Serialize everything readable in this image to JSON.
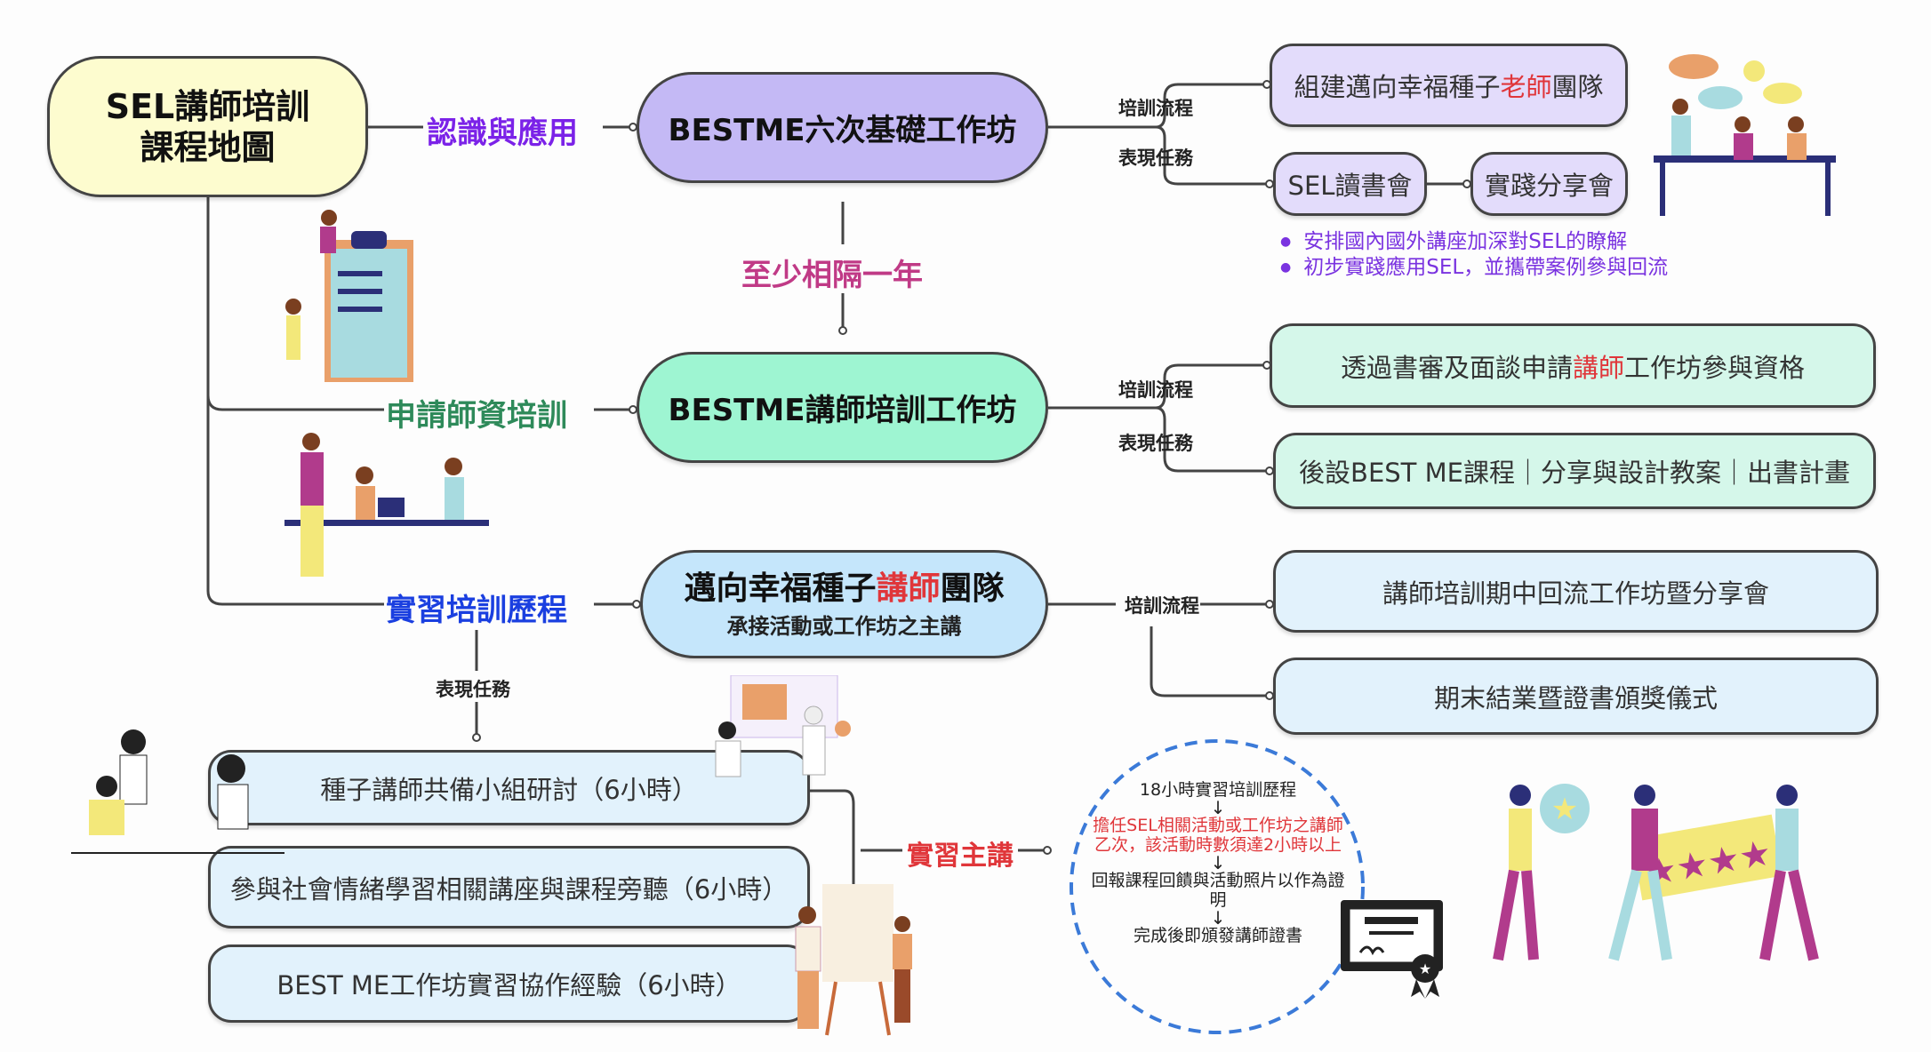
{
  "root": {
    "line1": "SEL講師培訓",
    "line2": "課程地圖"
  },
  "branches": [
    {
      "label": "認識與應用",
      "node": "BESTME六次基礎工作坊",
      "color": "#7b22e8"
    },
    {
      "label": "申請師資培訓",
      "node": "BESTME講師培訓工作坊",
      "color": "#2e8a5a"
    },
    {
      "label": "實習培訓歷程",
      "node_pre": "邁向幸福種子",
      "node_red": "講師",
      "node_post": "團隊",
      "node_sub": "承接活動或工作坊之主講",
      "color": "#1a3fe0"
    }
  ],
  "gap_label": "至少相隔一年",
  "stage1": {
    "flow_label": "培訓流程",
    "task_label": "表現任務",
    "flow_pre": "組建邁向幸福種子",
    "flow_red": "老師",
    "flow_post": "團隊",
    "task1": "SEL讀書會",
    "task2": "實踐分享會",
    "bullets": [
      "安排國內國外講座加深對SEL的瞭解",
      "初步實踐應用SEL，並攜帶案例參與回流"
    ]
  },
  "stage2": {
    "flow_label": "培訓流程",
    "task_label": "表現任務",
    "flow_pre": "透過書審及面談申請",
    "flow_red": "講師",
    "flow_post": "工作坊參與資格",
    "task": "後設BEST ME課程｜分享與設計教案｜出書計畫"
  },
  "stage3": {
    "flow_label": "培訓流程",
    "flow1": "講師培訓期中回流工作坊暨分享會",
    "flow2": "期末結業暨證書頒獎儀式",
    "task_label": "表現任務",
    "tasks": [
      "種子講師共備小組研討（6小時）",
      "參與社會情緒學習相關講座與課程旁聽（6小時）",
      "BEST ME工作坊實習協作經驗（6小時）"
    ],
    "lead_label": "實習主講",
    "steps": [
      "18小時實習培訓歷程",
      "擔任SEL相關活動或工作坊之講師乙次，該活動時數須達2小時以上",
      "回報課程回饋與活動照片以作為證明",
      "完成後即頒發講師證書"
    ],
    "arrow": "↓"
  }
}
